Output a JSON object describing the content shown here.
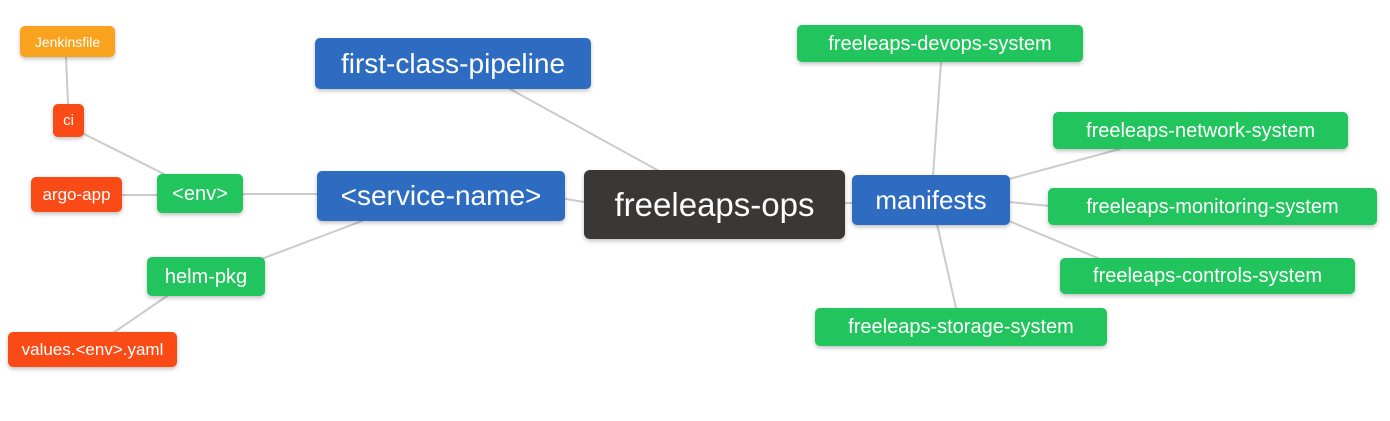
{
  "colors": {
    "blue": "#2d6cc1",
    "green": "#21c45d",
    "red": "#fa4a15",
    "orange": "#f9a21d",
    "dark": "#3b3735",
    "edge": "#cbcbcb"
  },
  "nodes": {
    "root": {
      "label": "freeleaps-ops"
    },
    "first_class_pipeline": {
      "label": "first-class-pipeline"
    },
    "service_name": {
      "label": "<service-name>"
    },
    "manifests": {
      "label": "manifests"
    },
    "env": {
      "label": "<env>"
    },
    "helm_pkg": {
      "label": "helm-pkg"
    },
    "ci": {
      "label": "ci"
    },
    "argo_app": {
      "label": "argo-app"
    },
    "jenkinsfile": {
      "label": "Jenkinsfile"
    },
    "values_env_yaml": {
      "label": "values.<env>.yaml"
    },
    "devops_system": {
      "label": "freeleaps-devops-system"
    },
    "network_system": {
      "label": "freeleaps-network-system"
    },
    "monitoring_system": {
      "label": "freeleaps-monitoring-system"
    },
    "controls_system": {
      "label": "freeleaps-controls-system"
    },
    "storage_system": {
      "label": "freeleaps-storage-system"
    }
  }
}
